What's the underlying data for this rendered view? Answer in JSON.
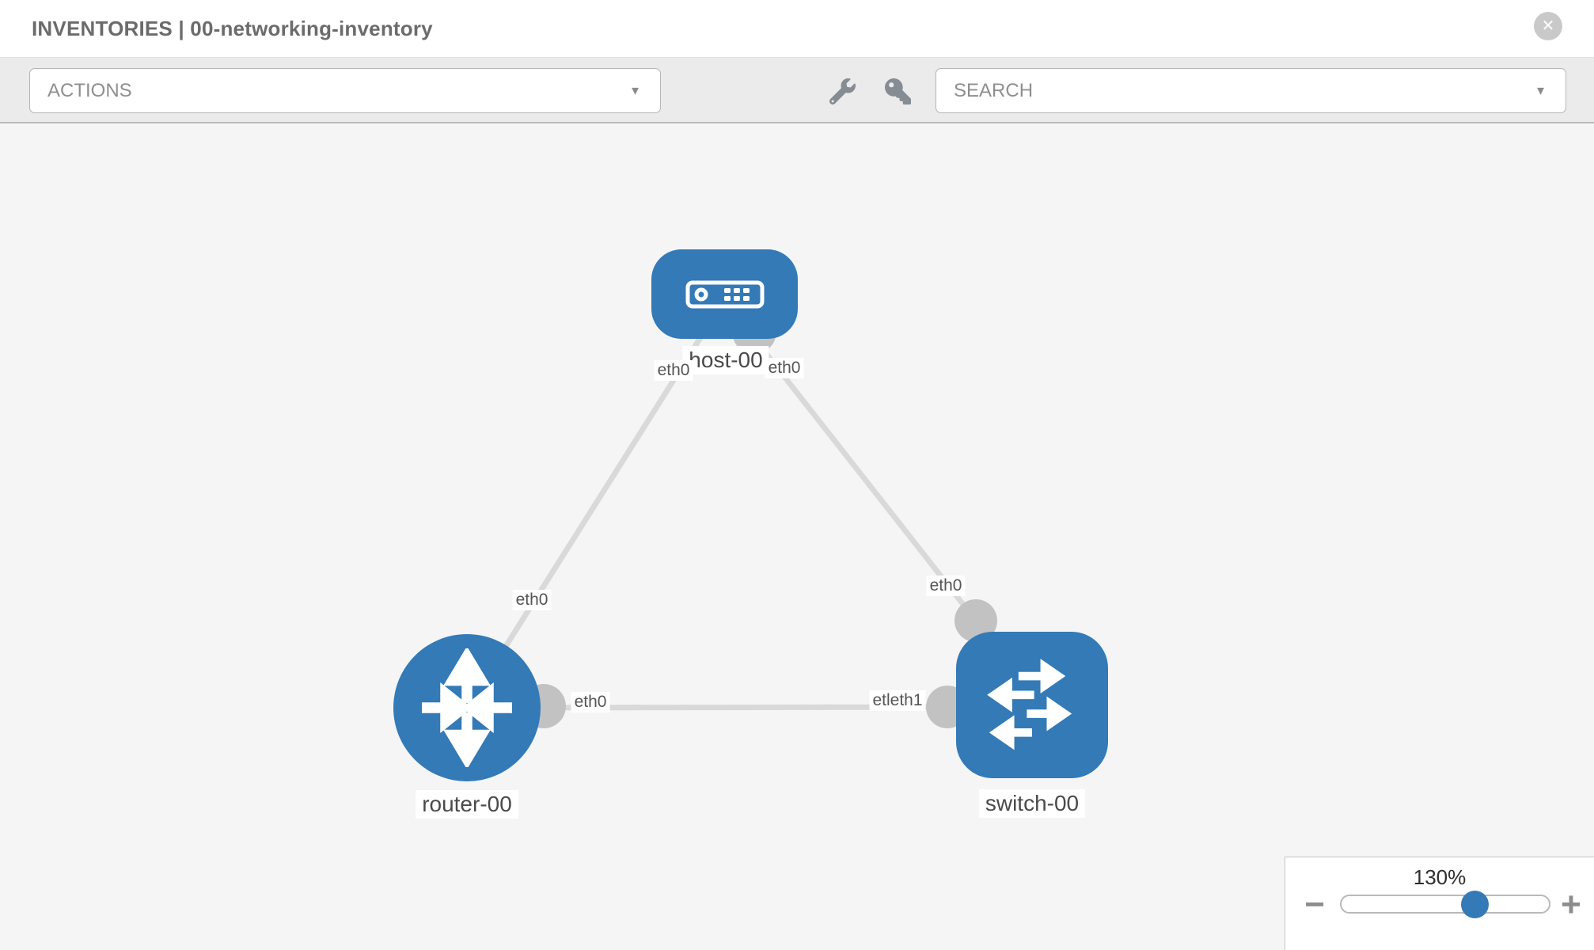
{
  "header": {
    "title": "INVENTORIES | 00-networking-inventory",
    "close_icon_glyph": "✕"
  },
  "toolbar": {
    "actions_dropdown": {
      "label": "ACTIONS",
      "caret_glyph": "▼"
    },
    "search_dropdown": {
      "label": "SEARCH",
      "caret_glyph": "▼"
    },
    "icons": [
      {
        "name": "wrench-icon"
      },
      {
        "name": "key-icon"
      }
    ]
  },
  "topology": {
    "nodes": [
      {
        "label": "host-00",
        "type": "host"
      },
      {
        "label": "router-00",
        "type": "router"
      },
      {
        "label": "switch-00",
        "type": "switch"
      }
    ],
    "links": [
      {
        "from": "host-00",
        "from_iface": "eth0",
        "to": "router-00",
        "to_iface": "eth0"
      },
      {
        "from": "host-00",
        "from_iface": "eth0",
        "to": "switch-00",
        "to_iface": "eth0"
      },
      {
        "from": "router-00",
        "from_iface": "eth0",
        "to": "switch-00",
        "to_iface": "eth1"
      }
    ],
    "iface_labels": {
      "host_left": "eth0",
      "host_right": "eth0",
      "router_top": "eth0",
      "router_right": "eth0",
      "switch_top": "eth0",
      "switch_left": "etleth1"
    }
  },
  "zoom_control": {
    "level": "130%",
    "zoom_out_glyph": "−",
    "zoom_in_glyph": "+"
  },
  "colors": {
    "node_blue": "#337ab7",
    "link_gray": "#d9d9d9",
    "connector_gray": "#c2c2c2",
    "canvas_bg": "#f5f5f6",
    "toolbar_bg": "#ebebeb"
  }
}
